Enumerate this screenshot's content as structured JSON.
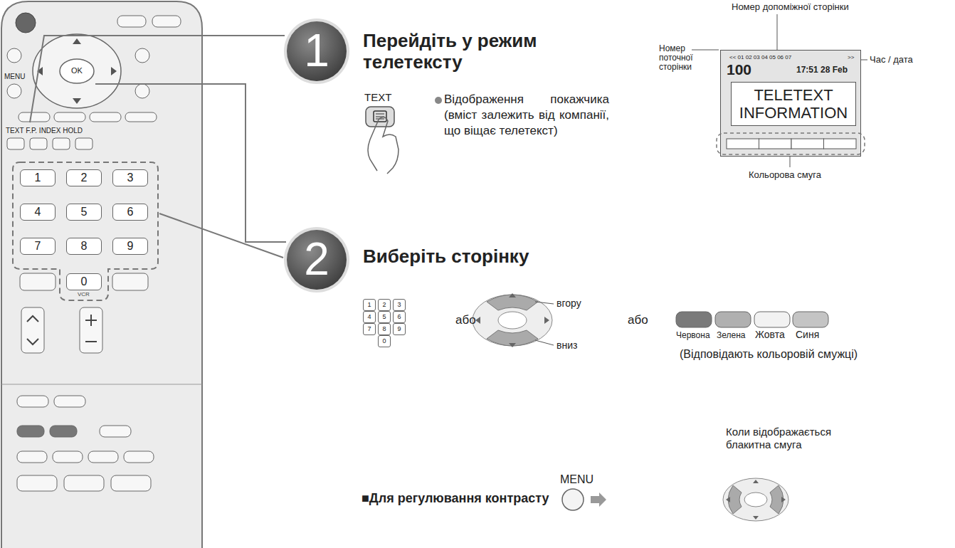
{
  "diagram": {
    "nodes": [
      {
        "text": [
          "1"
        ]
      },
      {
        "text": [
          "2"
        ]
      },
      {
        "text": [
          "3"
        ]
      },
      {
        "text": [
          "4"
        ]
      },
      {
        "text": [
          "5"
        ]
      },
      {
        "text": [
          "6"
        ]
      },
      {
        "text": [
          "7"
        ]
      },
      {
        "text": [
          "8"
        ]
      },
      {
        "text": [
          "9"
        ]
      },
      {
        "text": [
          "0"
        ]
      },
      {
        "text": [
          "1"
        ]
      },
      {
        "text": [
          "<< 01 02 03 04 05 06 07",
          ">>",
          "100",
          "17:51 28 Feb"
        ]
      },
      {
        "text": [
          "TELETEXT INFORMATION"
        ],
        "in": 11
      },
      {
        "text": [
          "2"
        ]
      },
      {
        "text": [
          "1"
        ]
      },
      {
        "text": [
          "2"
        ]
      },
      {
        "text": [
          "3"
        ]
      },
      {
        "text": [
          "4"
        ]
      },
      {
        "text": [
          "5"
        ]
      },
      {
        "text": [
          "6"
        ]
      },
      {
        "text": [
          "7"
        ]
      },
      {
        "text": [
          "8"
        ]
      },
      {
        "text": [
          "9"
        ]
      },
      {
        "text": [
          "0"
        ]
      }
    ],
    "labels": [
      "MENU",
      "OK",
      "TEXT F.P. INDEX HOLD",
      "VCR",
      "Перейдіть у режим телетексту",
      "TEXT",
      "Відображення покажчика (вміст залежить від компанії, що віщає телетекст)",
      "Номер допоміжної сторінки",
      "Номер поточної сторінки",
      "Час / дата",
      "Кольорова смуга",
      "Виберіть сторінку",
      "або",
      "вгору",
      "вниз",
      "або",
      "Червона",
      "Зелена",
      "Жовта",
      "Синя",
      "(Відповідають кольоровій смужці)",
      "■Для регулювання контрасту",
      "MENU",
      "Коли відображається блакитна смуга"
    ]
  }
}
